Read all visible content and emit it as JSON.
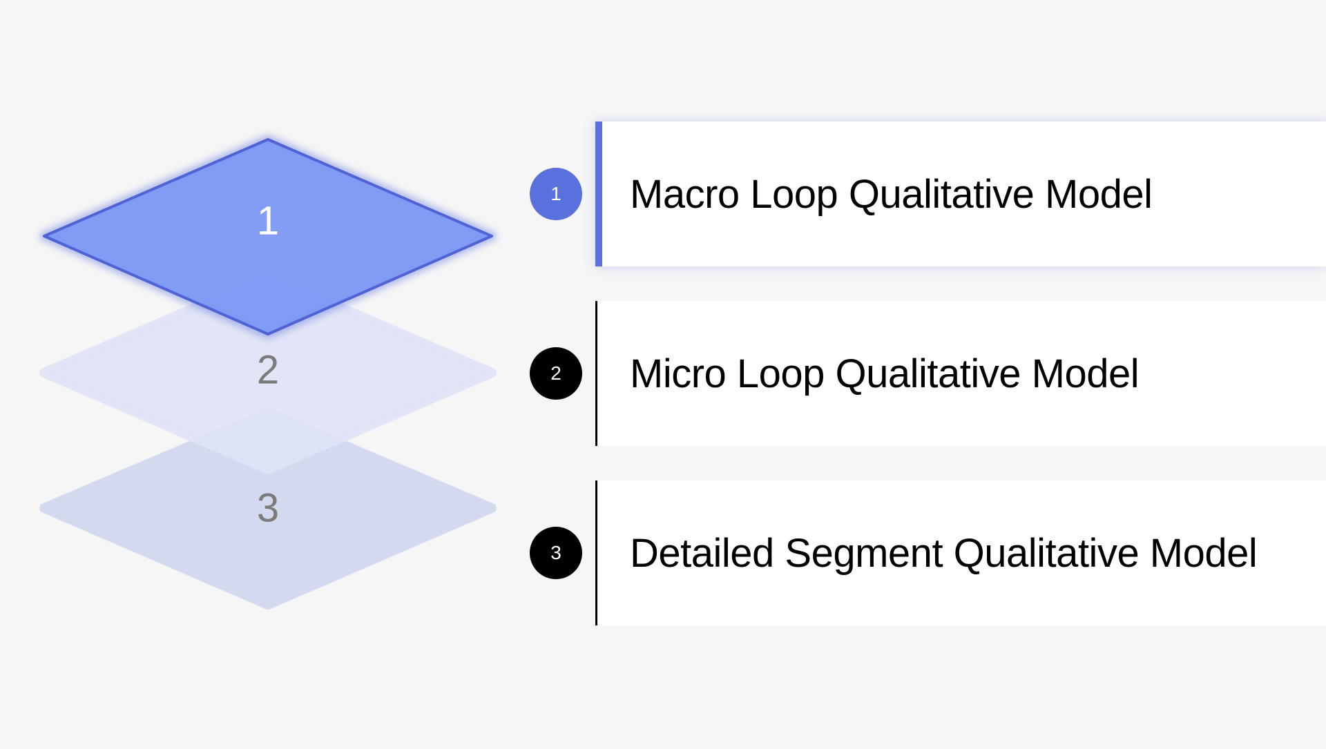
{
  "layers": [
    {
      "number": "1",
      "label": "Macro Loop Qualitative Model",
      "active": true
    },
    {
      "number": "2",
      "label": "Micro Loop Qualitative Model",
      "active": false
    },
    {
      "number": "3",
      "label": "Detailed Segment Qualitative Model",
      "active": false
    }
  ],
  "colors": {
    "background": "#f6f6f6",
    "accent": "#5a70dc",
    "active_layer_fill": "#7e98f4",
    "layer_2_fill": "#dfe3f6",
    "layer_3_fill": "#d3d9ee",
    "inactive_badge": "#000000",
    "layer_number_inactive": "#7b7b7b",
    "layer_number_active": "#ffffff"
  },
  "icons": {
    "layer_shape": "rhombus-layer-icon",
    "badge_shape": "numbered-circle-icon"
  }
}
